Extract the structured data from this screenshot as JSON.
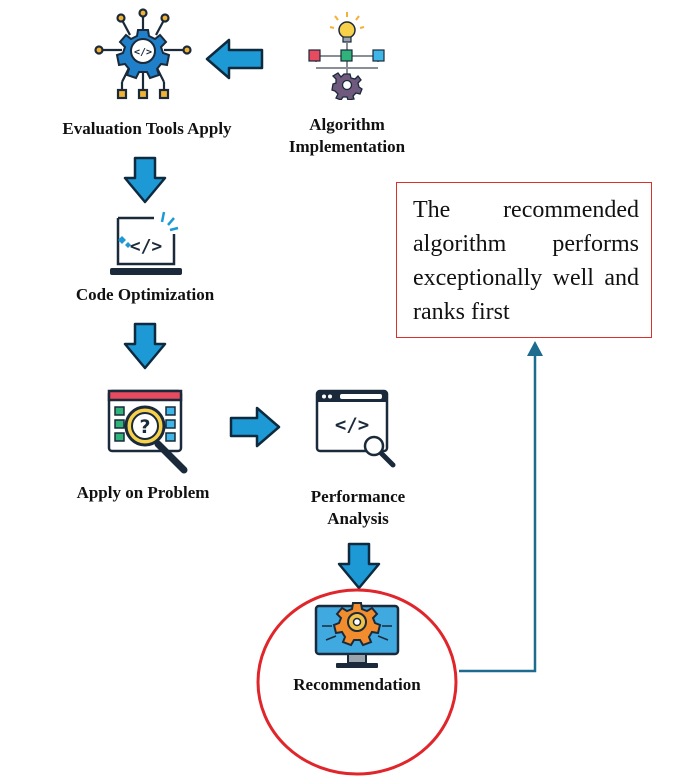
{
  "nodes": {
    "evaluation_tools": {
      "label": "Evaluation Tools Apply"
    },
    "algorithm_implementation": {
      "label_line1": "Algorithm",
      "label_line2": "Implementation"
    },
    "code_optimization": {
      "label": "Code Optimization"
    },
    "apply_on_problem": {
      "label": "Apply on Problem"
    },
    "performance_analysis": {
      "label_line1": "Performance",
      "label_line2": "Analysis"
    },
    "recommendation": {
      "label": "Recommendation"
    }
  },
  "note": {
    "text": "The recommended algorithm performs exceptionally well and ranks first"
  },
  "colors": {
    "arrow_fill": "#1d9ad6",
    "arrow_stroke": "#0d2a3f",
    "highlight_circle": "#e0262b",
    "note_border": "#d9312b",
    "connector": "#1d6b8f"
  }
}
